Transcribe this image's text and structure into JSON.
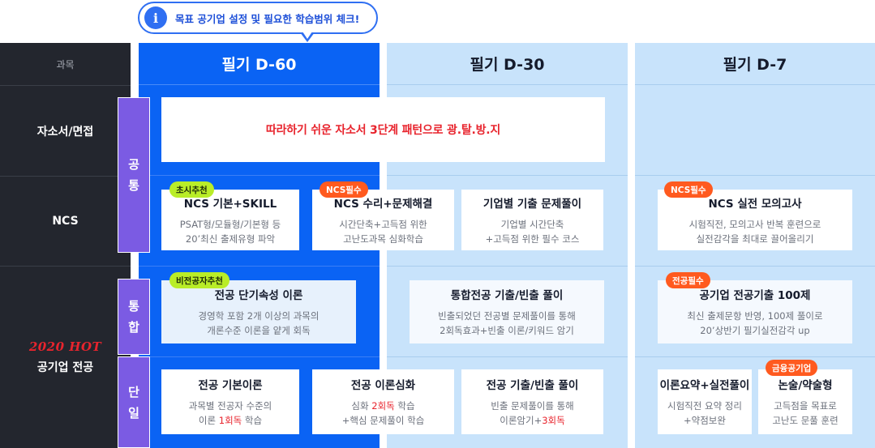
{
  "tooltip": {
    "text": "목표 공기업 설정 및 필요한 학습범위 체크!",
    "icon": "info-icon"
  },
  "left": {
    "header": "과목",
    "rows": [
      "자소서/면접",
      "NCS"
    ],
    "hot": "2020 HOT",
    "major": "공기업 전공"
  },
  "columns": [
    "필기 D-60",
    "필기 D-30",
    "필기 D-7"
  ],
  "tabs": {
    "common": [
      "공",
      "통"
    ],
    "integrated": [
      "통",
      "합"
    ],
    "single": [
      "단",
      "일"
    ]
  },
  "banner": "따라하기 쉬운 자소서 3단계 패턴으로  광.탈.방.지",
  "ncs": [
    {
      "badge": "초시추천",
      "title": "NCS  기본+SKILL",
      "sub1": "PSAT형/모듈형/기본형 등",
      "sub2": "20’최신 출제유형 파악"
    },
    {
      "badge": "NCS필수",
      "title": "NCS  수리+문제해결",
      "sub1": "시간단축+고득점 위한",
      "sub2": "고난도과목  심화학습"
    },
    {
      "title": "기업별 기출 문제풀이",
      "sub1": "기업별 시간단축",
      "sub2": "+고득점 위한 필수 코스"
    },
    {
      "badge": "NCS필수",
      "title": "NCS 실전 모의고사",
      "sub1": "시험직전, 모의고사 반복 훈련으로",
      "sub2": "실전감각을 최대로 끌어올리기"
    }
  ],
  "integrated": [
    {
      "badge": "비전공자추천",
      "title": "전공  단기속성 이론",
      "sub1": "경영학 포함 2개 이상의 과목의",
      "sub2": "개론수준 이론을 얕게 회독"
    },
    {
      "title": "통합전공 기출/빈출 풀이",
      "sub1": "빈출되었던 전공별 문제풀이를 통해",
      "sub2": "2회독효과+빈출 이론/키워드 암기"
    },
    {
      "badge": "전공필수",
      "title": "공기업 전공기출 100제",
      "sub1": "최신 출제문항 반영, 100제 풀이로",
      "sub2": "20’상반기 필기실전감각 up"
    }
  ],
  "single": [
    {
      "title": "전공 기본이론",
      "sub1": "과목별 전공자 수준의",
      "sub2a": "이론 ",
      "sub2r": "1회독",
      "sub2b": " 학습"
    },
    {
      "title": "전공 이론심화",
      "sub1a": "심화 ",
      "sub1r": "2회독",
      "sub1b": " 학습",
      "sub2": "+핵심 문제풀이 학습"
    },
    {
      "title": "전공 기출/빈출 풀이",
      "sub1": "빈출 문제풀이를 통해",
      "sub2a": "이론암기+",
      "sub2r": "3회독"
    },
    {
      "title": "이론요약+실전풀이",
      "sub1": "시험직전 요약 정리",
      "sub2": "+약점보완"
    },
    {
      "badge": "금융공기업",
      "title": "논술/약술형",
      "sub1": "고득점을 목표로",
      "sub2": "고난도 문풀 훈련"
    }
  ],
  "colors": {
    "blue": "#0a63f4",
    "lightblue": "#c8e3fb",
    "purple": "#7b5be3",
    "dark": "#23262e",
    "red": "#e8242d",
    "green": "#b9ed28",
    "orange": "#ff5a1f"
  }
}
